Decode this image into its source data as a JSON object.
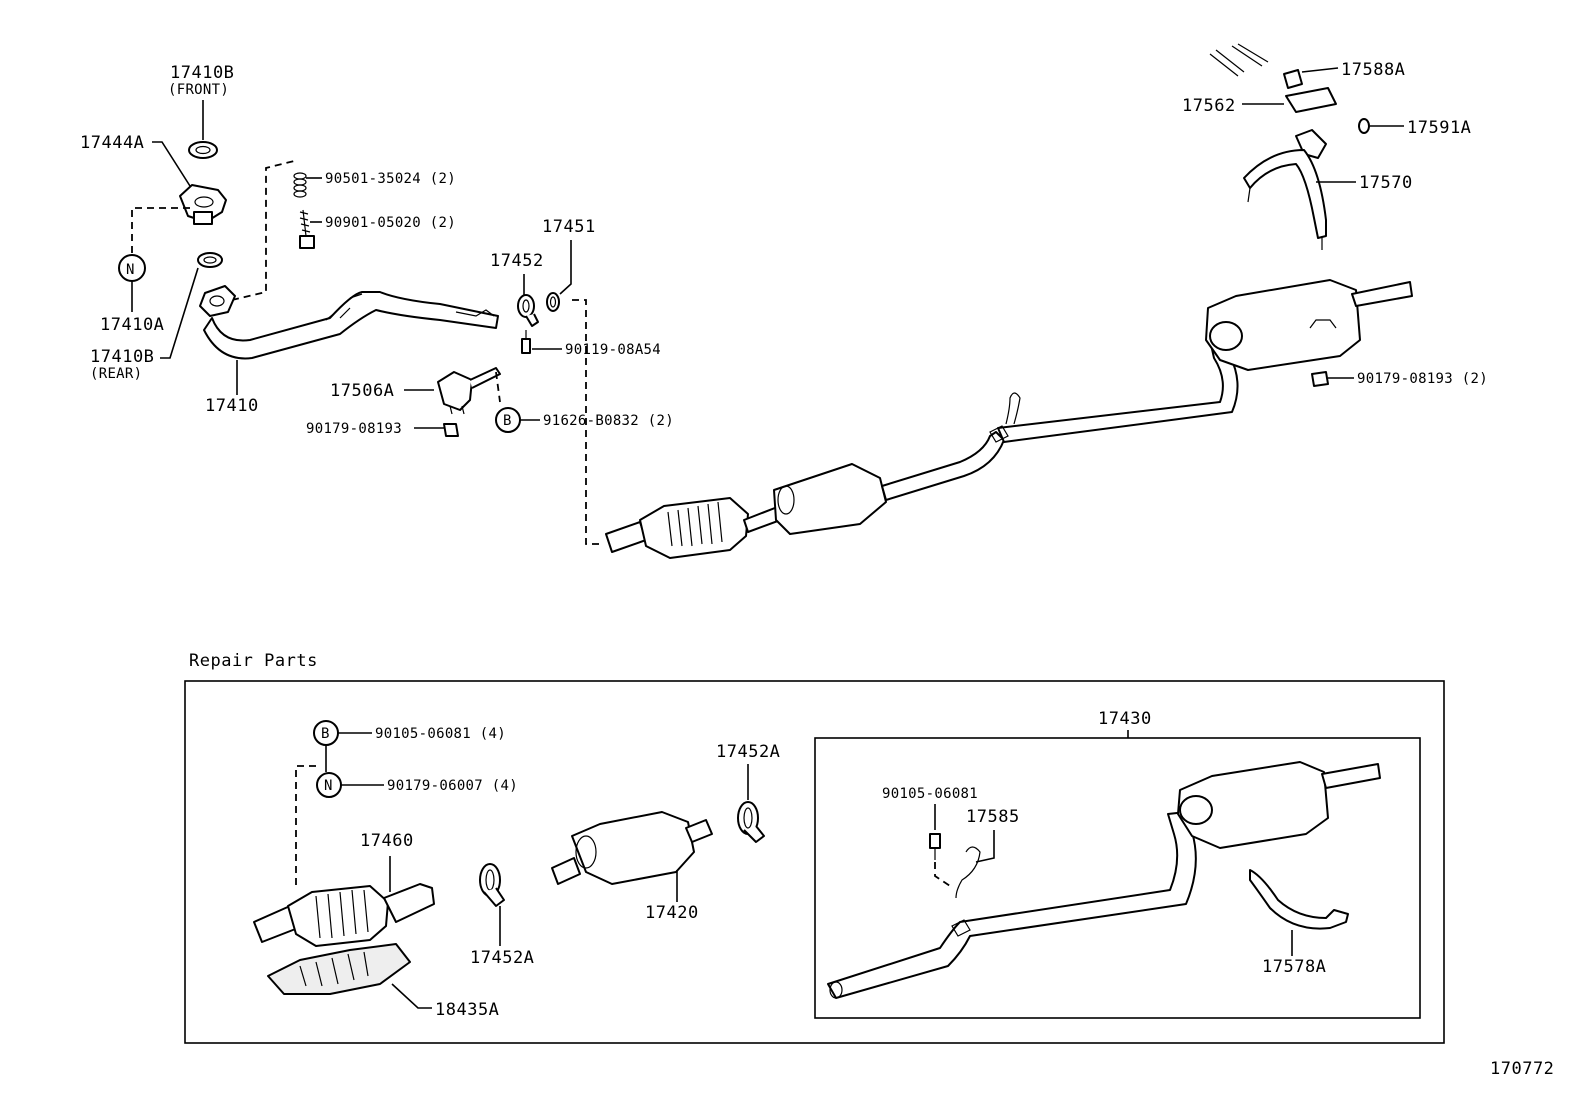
{
  "diagram_id": "170772",
  "labels": {
    "p17410b_front": "17410B",
    "front": "(FRONT)",
    "p17444a": "17444A",
    "p90501": "90501-35024 (2)",
    "p90901": "90901-05020 (2)",
    "p17410a": "17410A",
    "p17410b_rear": "17410B",
    "rear": "(REAR)",
    "p17410": "17410",
    "p17451": "17451",
    "p17452": "17452",
    "p90119": "90119-08A54",
    "p17506a": "17506A",
    "p90179_a": "90179-08193",
    "p91626": "91626-B0832 (2)",
    "p17588a": "17588A",
    "p17562": "17562",
    "p17591a": "17591A",
    "p17570": "17570",
    "p90179_b": "90179-08193 (2)",
    "n_symbol": "N",
    "b_symbol": "B"
  },
  "repair": {
    "title": "Repair Parts",
    "p90105_4": "90105-06081 (4)",
    "p90179_4": "90179-06007 (4)",
    "p17460": "17460",
    "p18435a": "18435A",
    "p17452a_1": "17452A",
    "p17420": "17420",
    "p17452a_2": "17452A",
    "p17430": "17430",
    "p90105": "90105-06081",
    "p17585": "17585",
    "p17578a": "17578A",
    "b_symbol": "B",
    "n_symbol": "N"
  }
}
